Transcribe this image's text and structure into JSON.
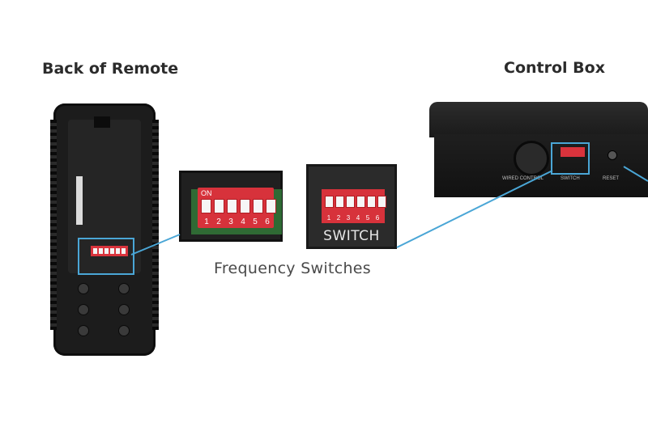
{
  "headings": {
    "remote": "Back of Remote",
    "control_box": "Control Box"
  },
  "caption": "Frequency Switches",
  "zoom1": {
    "on_label": "ON",
    "numbers": [
      "1",
      "2",
      "3",
      "4",
      "5",
      "6"
    ]
  },
  "zoom2": {
    "switch_label": "SWITCH",
    "numbers": [
      "1",
      "2",
      "3",
      "4",
      "5",
      "6"
    ]
  },
  "control_box_labels": {
    "wired": "WIRED CONTROL",
    "switch": "SWITCH",
    "reset": "RESET"
  },
  "colors": {
    "callout": "#4aa6d6",
    "dip_red": "#d7323b",
    "device_black": "#1c1c1c"
  }
}
